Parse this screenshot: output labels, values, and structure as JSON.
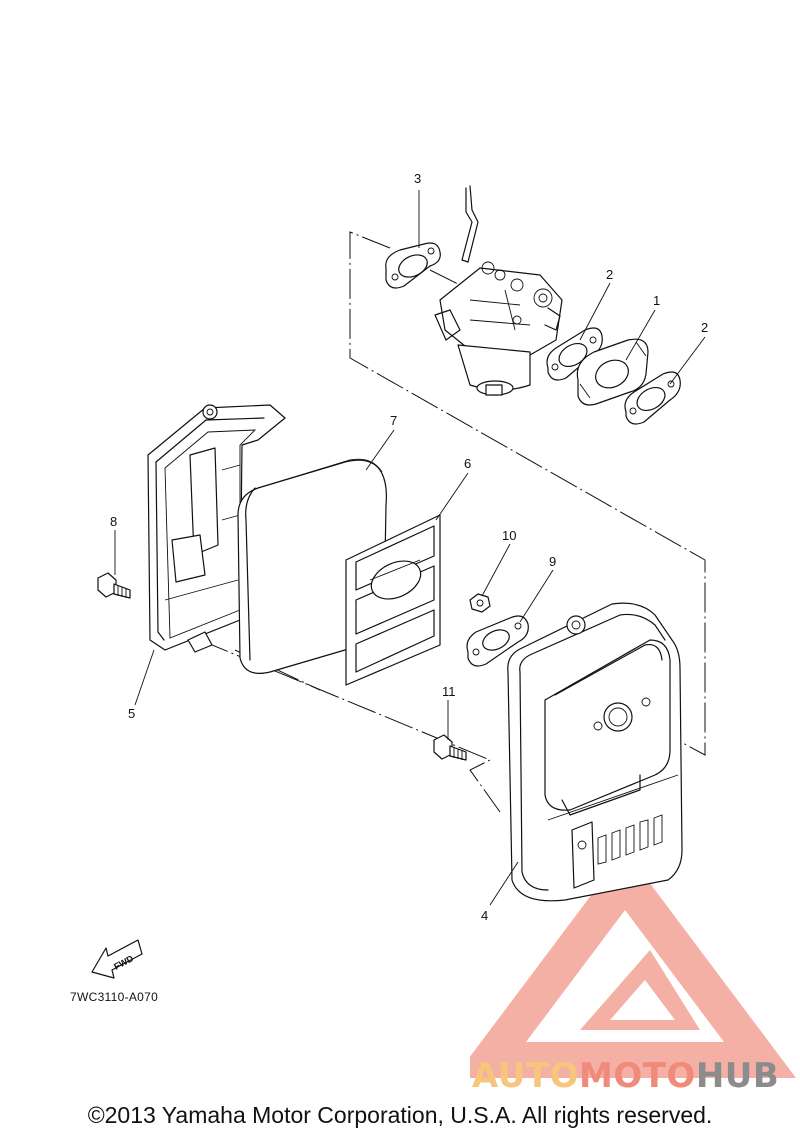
{
  "parts": {
    "p1": "1",
    "p2a": "2",
    "p2b": "2",
    "p3": "3",
    "p4": "4",
    "p5": "5",
    "p6": "6",
    "p7": "7",
    "p8": "8",
    "p9": "9",
    "p10": "10",
    "p11": "11"
  },
  "fwd_label": "FWD",
  "diagram_code": "7WC3110-A070",
  "copyright": "©2013 Yamaha Motor Corporation, U.S.A. All rights reserved.",
  "watermark": {
    "word_a": "AUTO",
    "word_b": "MOTO",
    "word_c": "HUB",
    "colors": {
      "auto": "#f7c67c",
      "moto": "#f08a7b",
      "hub": "#8c8c8c",
      "logo": "#f4a79b"
    }
  }
}
